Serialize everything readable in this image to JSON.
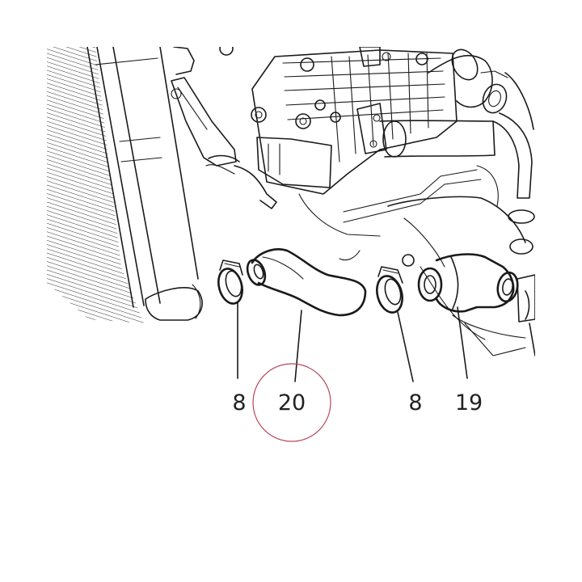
{
  "diagram": {
    "callouts": [
      {
        "id": "clamp-left",
        "label": "8"
      },
      {
        "id": "hose",
        "label": "20"
      },
      {
        "id": "clamp-right",
        "label": "8"
      },
      {
        "id": "union",
        "label": "19"
      }
    ],
    "highlight_color": "#b5485a",
    "line_color": "#1a1a1a"
  }
}
